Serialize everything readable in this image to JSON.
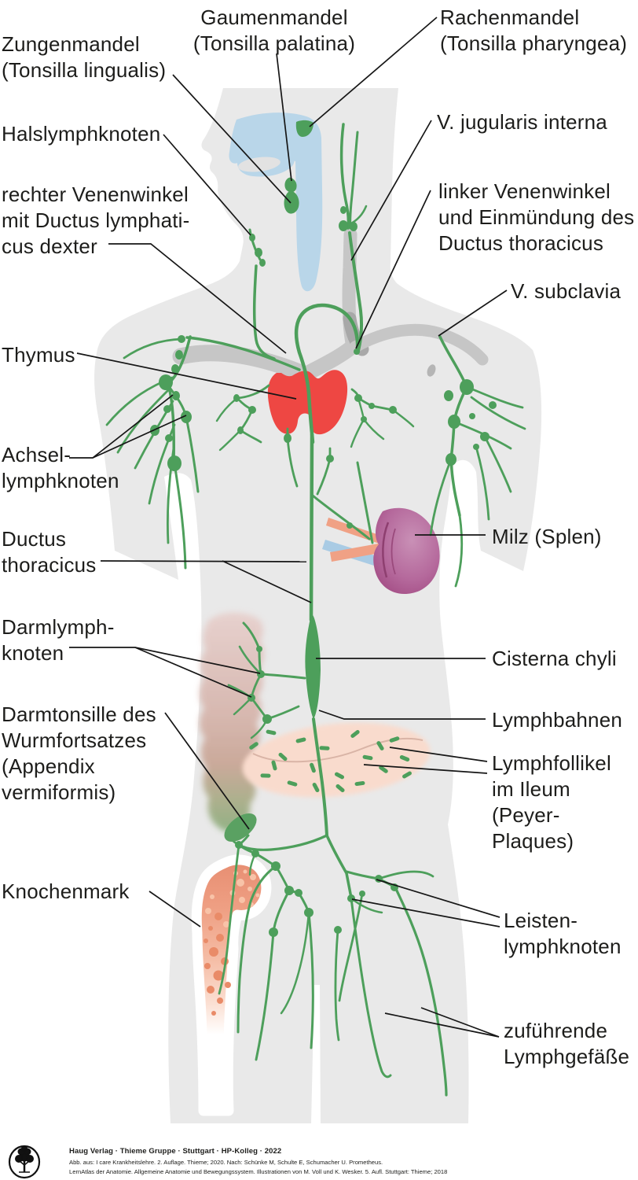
{
  "figure": {
    "subject": "Lymphatisches System des Menschen (Übersicht)",
    "labels": {
      "zungenmandel": "Zungenmandel\n(Tonsilla lingualis)",
      "gaumenmandel": "Gaumenmandel\n(Tonsilla palatina)",
      "rachenmandel": "Rachenmandel\n(Tonsilla pharyngea)",
      "halslymphknoten": "Halslymphknoten",
      "v_jugularis_interna": "V. jugularis interna",
      "rechter_venenwinkel": "rechter Venenwinkel\nmit Ductus lymphati-\ncus dexter",
      "linker_venenwinkel": "linker Venenwinkel\nund Einmündung des\nDuctus thoracicus",
      "v_subclavia": "V. subclavia",
      "thymus": "Thymus",
      "achsellymphknoten": "Achsel-\nlymphknoten",
      "ductus_thoracicus": "Ductus\nthoracicus",
      "milz": "Milz (Splen)",
      "darmlymphknoten": "Darmlymph-\nknoten",
      "cisterna_chyli": "Cisterna chyli",
      "lymphbahnen": "Lymphbahnen",
      "darmtonsille": "Darmtonsille des\nWurmfortsatzes\n(Appendix\nvermiformis)",
      "lymphfollikel": "Lymphfollikel\nim Ileum\n(Peyer-Plaques)",
      "knochenmark": "Knochenmark",
      "leistenlymphknoten": "Leisten-\nlymphknoten",
      "zufuehrende_lymphgefaesse": "zuführende\nLymphgefäße"
    },
    "footer": {
      "logo": "thieme-tree-logo",
      "line1": "Haug Verlag · Thieme Gruppe · Stuttgart · HP-Kolleg · 2022",
      "line2": "Abb. aus: I care Krankheitslehre. 2. Auflage. Thieme; 2020. Nach: Schünke M, Schulte E, Schumacher U. Prometheus.",
      "line3": "LernAtlas der Anatomie. Allgemeine Anatomie und Bewegungssystem. Illustrationen von M. Voll und K. Wesker. 5. Aufl. Stuttgart: Thieme; 2018"
    },
    "colors": {
      "lymph_green": "#4d9f5b",
      "vein_gray": "#c6c6c6",
      "vein_gray_dark": "#a8a8a8",
      "body_gray": "#e9e9e9",
      "airway_blue": "#b9d6e9",
      "thymus_red": "#ee4743",
      "spleen_purple": "#b05f95",
      "marrow_salmon": "#ef9a7c",
      "ileum_pink": "#f9dbcd",
      "leader_black": "#161616"
    }
  }
}
